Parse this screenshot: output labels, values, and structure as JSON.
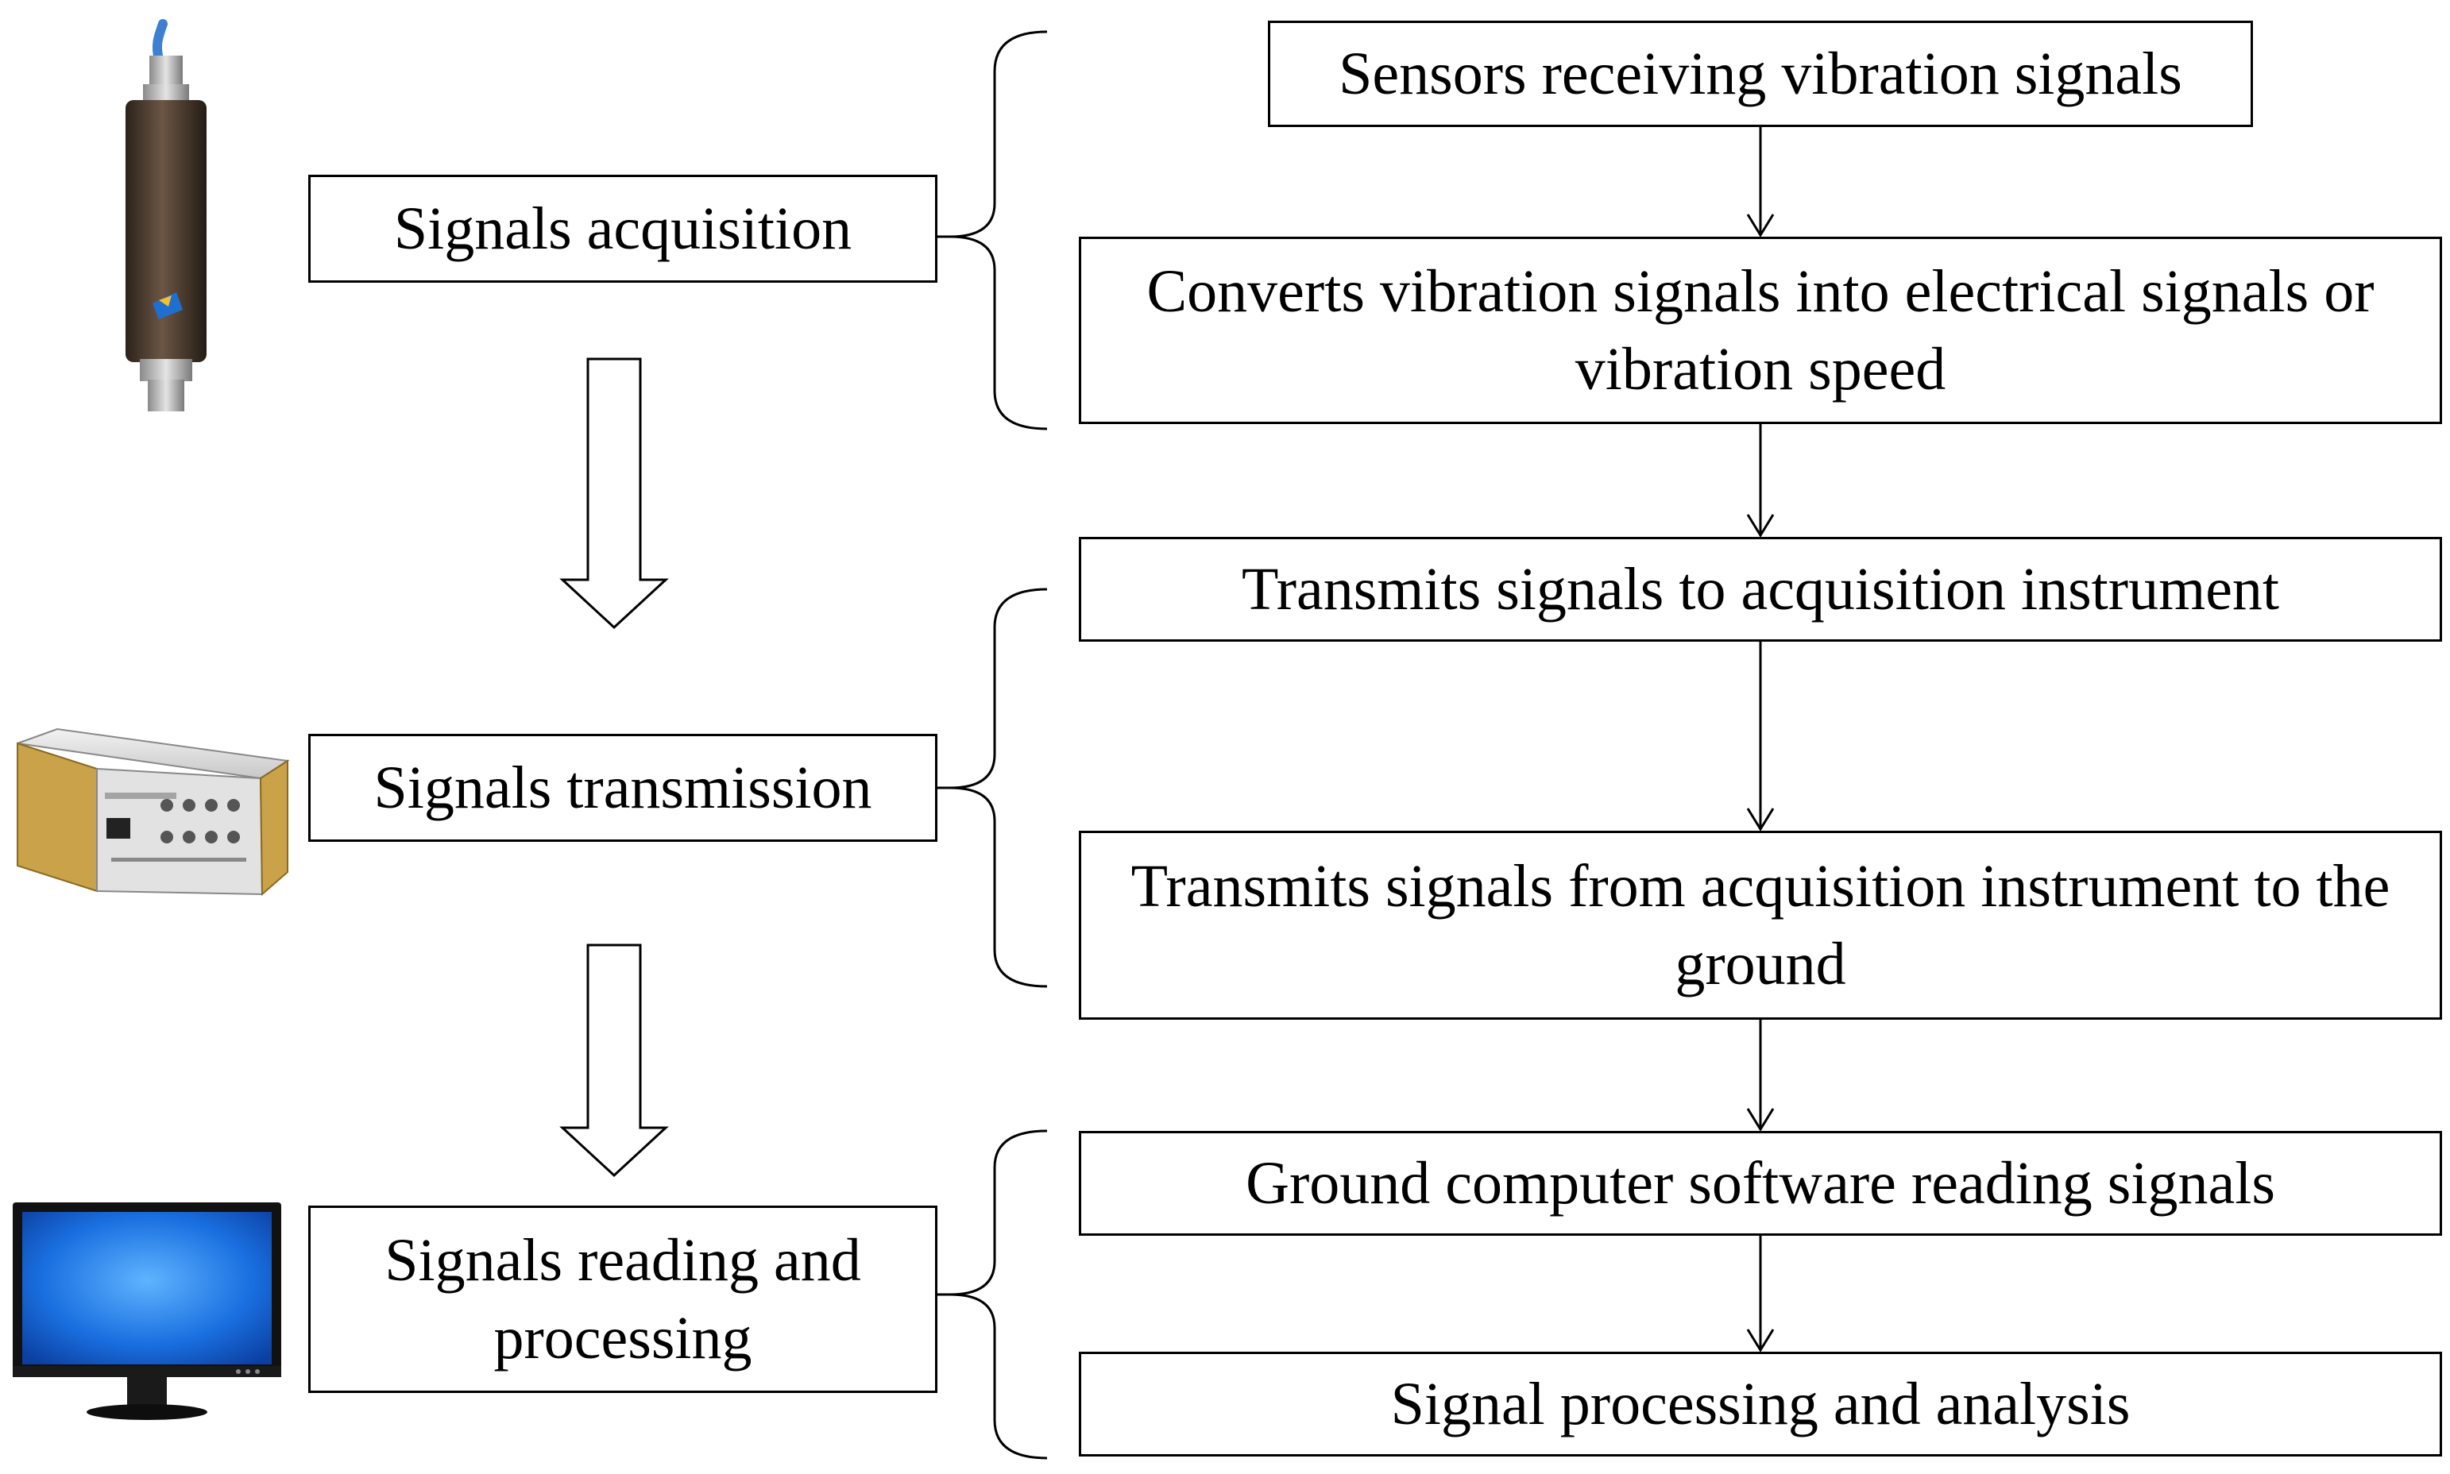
{
  "stages": [
    {
      "label": "Signals acquisition",
      "icon": "vibration-sensor-icon",
      "steps": [
        "Sensors receiving vibration signals",
        "Converts vibration signals into electrical signals or vibration speed"
      ]
    },
    {
      "label": "Signals transmission",
      "icon": "acquisition-instrument-icon",
      "steps": [
        "Transmits signals to acquisition instrument",
        "Transmits signals from acquisition instrument to the ground"
      ]
    },
    {
      "label": "Signals reading and processing",
      "icon": "computer-monitor-icon",
      "steps": [
        "Ground computer software reading signals",
        "Signal processing and analysis"
      ]
    }
  ],
  "colors": {
    "stroke": "#000000",
    "sensor_body": "#4a3a2c",
    "sensor_cable": "#3d7fd0",
    "screen_blue": "#1a6fe0",
    "instrument_body": "#d8d8d8"
  }
}
